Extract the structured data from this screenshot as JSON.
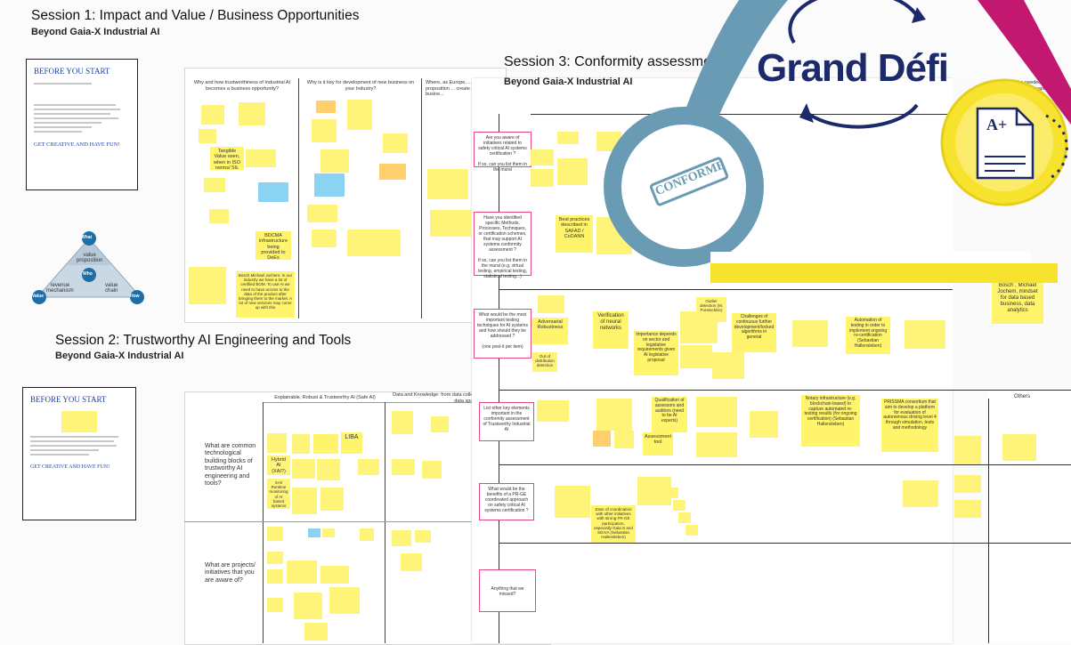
{
  "session1": {
    "title": "Session 1: Impact and Value / Business Opportunities",
    "subtitle": "Beyond Gaia-X Industrial AI",
    "card_title": "BEFORE YOU START",
    "card_footer": "GET CREATIVE AND HAVE FUN!",
    "triangle": {
      "top": "What",
      "center": "Who",
      "left": "Value",
      "right": "How",
      "value_proposition": "value\nproposition",
      "revenue_mechanism": "revenue\nmechanism",
      "value_chain": "value\nchain"
    },
    "columns": [
      "Why and how trustworthiness of Industrial AI becomes a business opportunity?",
      "Why is it key for development of new business on your Industry?",
      "Where, as Europe, ... value proposition ... create new busine..."
    ],
    "notes": [
      "Tangible Value seen, when in ISO norms/ SIL",
      "BDCMA infrastructure being provided to DeEs",
      "Bosch Michael Jochem: In our Industry we have a lot of certified BOM. To use AI we need to have access to the data of the product after bringing them to the market. A lot of new services may come up with this"
    ]
  },
  "session2": {
    "title": "Session 2: Trustworthy AI Engineering and Tools",
    "subtitle": "Beyond Gaia-X Industrial AI",
    "card_title": "BEFORE YOU START",
    "card_footer": "GET CREATIVE AND HAVE FUN!",
    "columns": [
      "Explainable, Robust & Trustworthy AI (Safe AI)",
      "Data and Knowledge: from data collecti... operation monitoring (link to data space...",
      "Others"
    ],
    "questions": [
      "What are common technological building blocks of trustworthy AI engineering and tools?",
      "What are projects/ initiatives that you are aware of?"
    ],
    "notes": [
      "LIBA",
      "Hybrid AI (XAI?)",
      "XAI/ Runtime monitoring of AI based systems"
    ]
  },
  "session3": {
    "title": "Session 3: Conformity assessment",
    "subtitle": "Beyond Gaia-X Industrial AI",
    "questions": [
      "Are you aware of initiatives related to safety critical AI systems certification ?\n\nIf so, can you list them in the mural",
      "Have you identified specific Methods, Processes, Techniques, or certification schemes, that may support AI systems conformity assessment ?\n\nIf so, can you list them in the mural (e.g. virtual testing, empirical testing, statistical testing...)",
      "What would be the most important testing techniques for AI systems and how should they be addressed ?\n\n(one post-it per item)",
      "List other key elements important in the conformity assessment of Trustworthy Industrial AI",
      "What would be the benefits of a PR-GE coordinated approach on safety critical AI systems certification ?",
      "Anything that we missed?"
    ],
    "notes": [
      "Best practices described in SAFAD / CoDANN",
      "Verification of neural networks",
      "Importance depends on sector and legislative requirements given AI legislative proposal",
      "Challenges of continuous further development/locked algorithms in general",
      "Automation of testing in order to implement ongoing re-certification (Sebastian Hallensleben)",
      "Assessment tool",
      "Qualification of assessors and auditors (need to be AI experts)",
      "Notary infrastructure (e.g. blockchain-based) to capture automated re-testing results (for ongoing certification) (Sebastian Hallensleben)",
      "PRISSMA consortium that aim to develop a platform for evaluation of autonomous driving level 4 through simulation, tests and methodology",
      "Adversarial Robustness",
      "Ease of coordination with other initiatives with strong FR-GE participation, especially Gaia-X and SDAIA (Sebastian Hallensleben)",
      "Out of distribution detection",
      "Outlier detection (M. Poretschkin)"
    ],
    "right_panel_header": "What are the needed competences and capacities...",
    "right_note": "Bosch , Michael Jochem, mindset for data based business, data analytics",
    "others_label": "Others"
  },
  "logo": {
    "text": "Grand Défi",
    "stamp": "CONFORME",
    "grade": "A+"
  },
  "colors": {
    "navy": "#1c2a6b",
    "teal": "#6a9bb4",
    "yellow": "#f7e22e",
    "magenta": "#c2186f",
    "pink_border": "#e84a7e"
  }
}
